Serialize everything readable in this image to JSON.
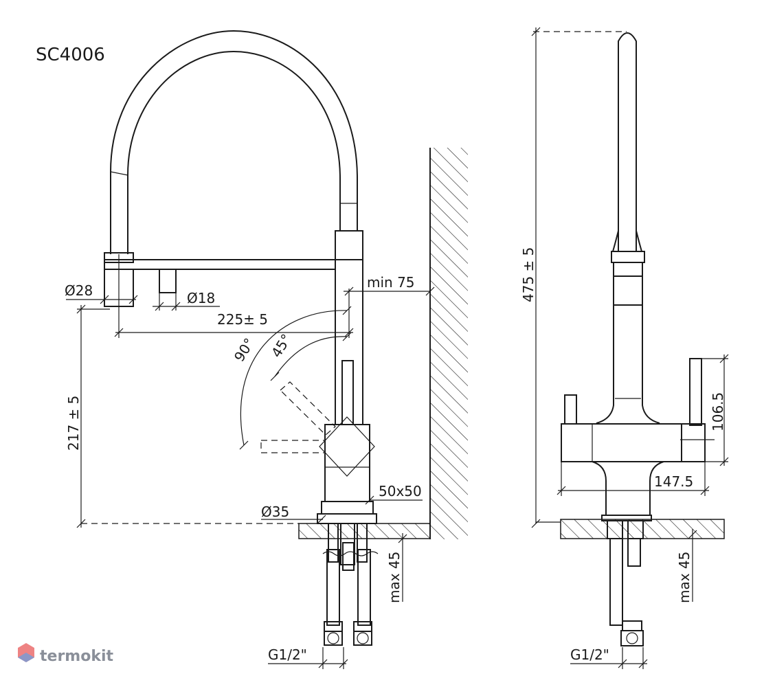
{
  "title": "SC4006",
  "brand": {
    "name": "termokit",
    "logo_colors": [
      "#e85a5a",
      "#7a9bd4"
    ]
  },
  "dimensions": {
    "d28": "Ø28",
    "d18": "Ø18",
    "reach": "225± 5",
    "wall_clearance": "min 75",
    "angle_90": "90°",
    "angle_45": "45°",
    "spout_height": "217 ± 5",
    "base_size": "50x50",
    "d35": "Ø35",
    "max_thickness_left": "max 45",
    "thread_left": "G1/2\"",
    "total_height": "475 ± 5",
    "handle_height": "106.5",
    "body_width": "147.5",
    "max_thickness_right": "max 45",
    "thread_right": "G1/2\""
  }
}
